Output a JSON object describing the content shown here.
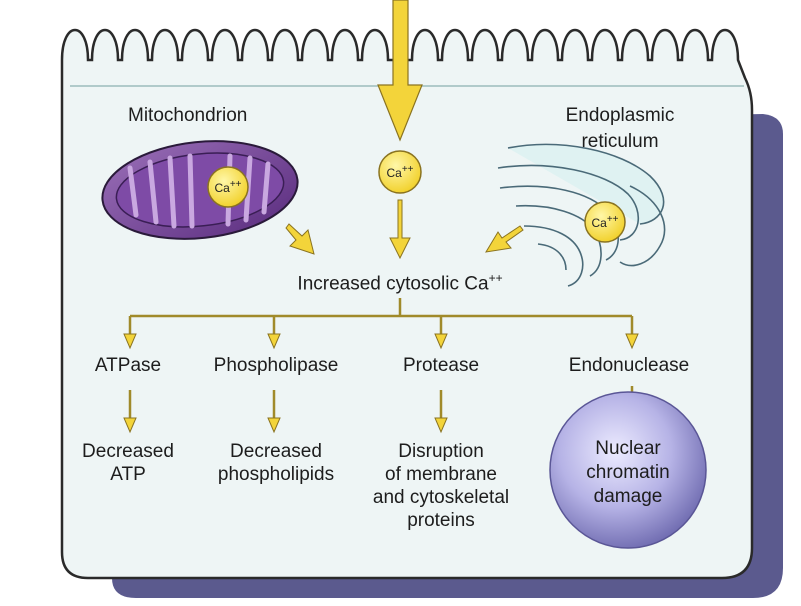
{
  "diagram": {
    "labels": {
      "mitochondrion": "Mitochondrion",
      "er_line1": "Endoplasmic",
      "er_line2": "reticulum",
      "cytosolic_pre": "Increased cytosolic Ca",
      "cytosolic_sup": "++",
      "enzymes": [
        "ATPase",
        "Phospholipase",
        "Protease",
        "Endonuclease"
      ],
      "effects": [
        [
          "Decreased",
          "ATP"
        ],
        [
          "Decreased",
          "phospholipids"
        ],
        [
          "Disruption",
          "of membrane",
          "and cytoskeletal",
          "proteins"
        ],
        [
          "Nuclear",
          "chromatin",
          "damage"
        ]
      ]
    },
    "ions": {
      "base": "Ca",
      "sup": "++"
    },
    "colors": {
      "cell_fill": "#eef5f5",
      "cell_shadow": "#5b5a8e",
      "cell_outline": "#2a2a2a",
      "arrow": "#f3d43a",
      "arrow_outline": "#8a7320",
      "mito": "#6b3a8e",
      "er": "#dff2f2",
      "nucleus": "#b9b6e6"
    }
  }
}
